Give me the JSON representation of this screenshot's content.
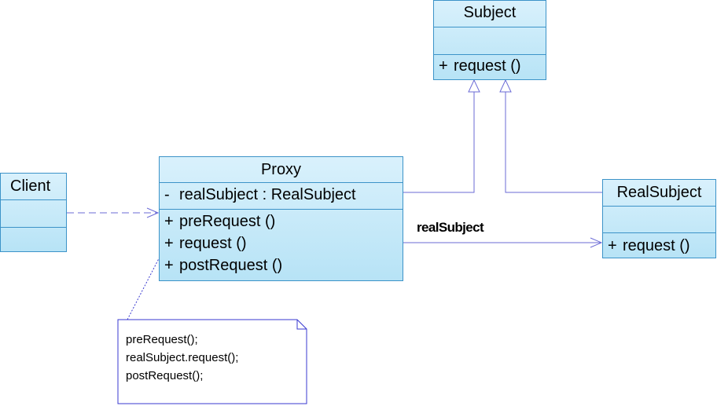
{
  "classes": {
    "subject": {
      "name": "Subject",
      "operations": [
        {
          "visibility": "+",
          "text": "request ()"
        }
      ]
    },
    "client": {
      "name": "Client"
    },
    "proxy": {
      "name": "Proxy",
      "attributes": [
        {
          "visibility": "-",
          "text": "realSubject  : RealSubject"
        }
      ],
      "operations": [
        {
          "visibility": "+",
          "text": "preRequest ()"
        },
        {
          "visibility": "+",
          "text": "request ()"
        },
        {
          "visibility": "+",
          "text": "postRequest ()"
        }
      ]
    },
    "real_subject": {
      "name": "RealSubject",
      "operations": [
        {
          "visibility": "+",
          "text": "request ()"
        }
      ]
    }
  },
  "association": {
    "label": "realSubject"
  },
  "note": {
    "lines": [
      "preRequest();",
      "realSubject.request();",
      "postRequest();"
    ]
  },
  "colors": {
    "class_fill_top": "#d9f1fc",
    "class_fill_bottom": "#b7e3f6",
    "class_border": "#3c93c8",
    "edge": "#6b6bd6",
    "note_border": "#3a3ad0"
  }
}
